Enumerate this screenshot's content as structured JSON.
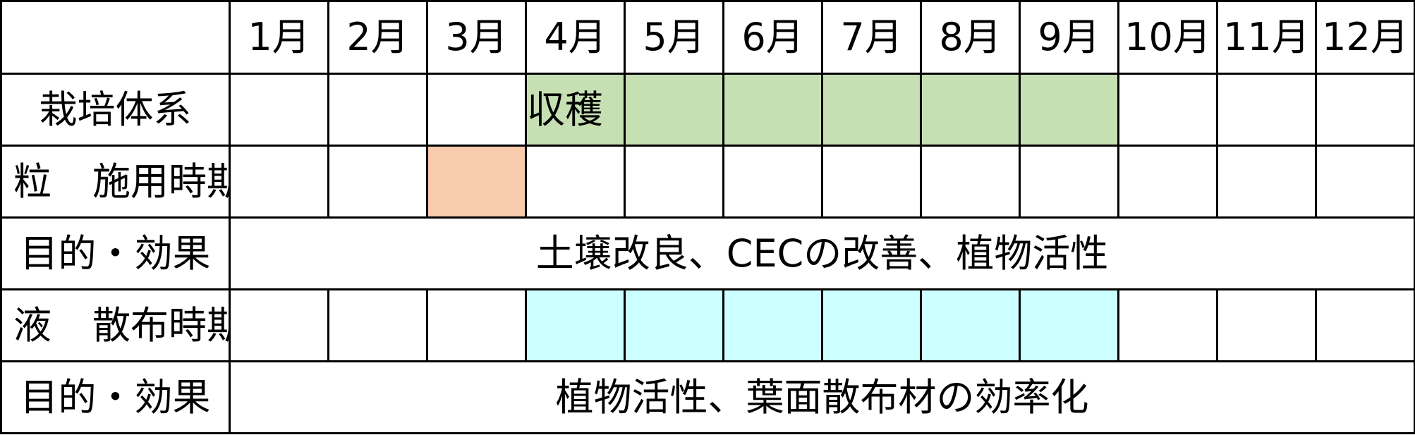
{
  "table": {
    "months": [
      "1月",
      "2月",
      "3月",
      "4月",
      "5月",
      "6月",
      "7月",
      "8月",
      "9月",
      "10月",
      "11月",
      "12月"
    ],
    "rows": [
      {
        "label_main": "栽培体系",
        "cells": [
          {
            "text": "",
            "color": ""
          },
          {
            "text": "",
            "color": ""
          },
          {
            "text": "",
            "color": ""
          },
          {
            "text": "収穫",
            "color": "#c6e0b4"
          },
          {
            "text": "",
            "color": "#c6e0b4"
          },
          {
            "text": "",
            "color": "#c6e0b4"
          },
          {
            "text": "",
            "color": "#c6e0b4"
          },
          {
            "text": "",
            "color": "#c6e0b4"
          },
          {
            "text": "",
            "color": "#c6e0b4"
          },
          {
            "text": "",
            "color": ""
          },
          {
            "text": "",
            "color": ""
          },
          {
            "text": "",
            "color": ""
          }
        ]
      },
      {
        "label_prefix": "粒",
        "label_main": "施用時期",
        "cells": [
          {
            "text": "",
            "color": ""
          },
          {
            "text": "",
            "color": ""
          },
          {
            "text": "",
            "color": "#f8cbad"
          },
          {
            "text": "",
            "color": ""
          },
          {
            "text": "",
            "color": ""
          },
          {
            "text": "",
            "color": ""
          },
          {
            "text": "",
            "color": ""
          },
          {
            "text": "",
            "color": ""
          },
          {
            "text": "",
            "color": ""
          },
          {
            "text": "",
            "color": ""
          },
          {
            "text": "",
            "color": ""
          },
          {
            "text": "",
            "color": ""
          }
        ]
      },
      {
        "label_main": "目的・効果",
        "span_text": "土壌改良、CECの改善、植物活性"
      },
      {
        "label_prefix": "液",
        "label_main": "散布時期",
        "cells": [
          {
            "text": "",
            "color": ""
          },
          {
            "text": "",
            "color": ""
          },
          {
            "text": "",
            "color": ""
          },
          {
            "text": "",
            "color": "#ccffff"
          },
          {
            "text": "",
            "color": "#ccffff"
          },
          {
            "text": "",
            "color": "#ccffff"
          },
          {
            "text": "",
            "color": "#ccffff"
          },
          {
            "text": "",
            "color": "#ccffff"
          },
          {
            "text": "",
            "color": "#ccffff"
          },
          {
            "text": "",
            "color": ""
          },
          {
            "text": "",
            "color": ""
          },
          {
            "text": "",
            "color": ""
          }
        ]
      },
      {
        "label_main": "目的・効果",
        "span_text": "植物活性、葉面散布材の効率化"
      }
    ]
  }
}
